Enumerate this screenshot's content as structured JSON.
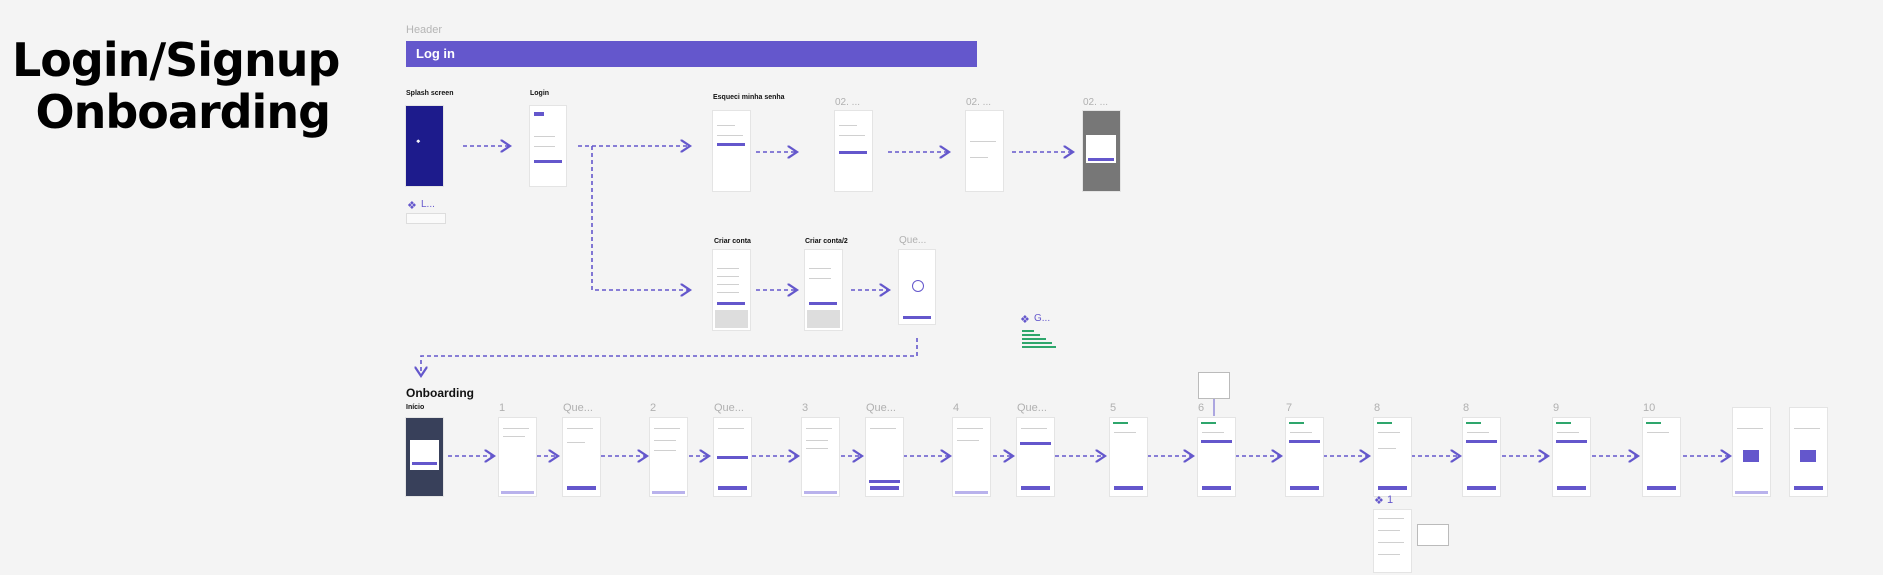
{
  "page": {
    "title_line1": "Login/Signup",
    "title_line2": "Onboarding",
    "header_label": "Header",
    "header_bar": "Log in"
  },
  "login_flow": {
    "splash": "Splash screen",
    "login": "Login",
    "forgot": "Esqueci minha senha",
    "forgot_2": "02. ...",
    "forgot_3": "02. ...",
    "forgot_4": "02. ...",
    "create": "Criar conta",
    "create_2": "Criar conta/2",
    "que": "Que...",
    "component_l": "L...",
    "component_g": "G..."
  },
  "onboarding": {
    "section": "Onboarding",
    "start": "Início",
    "steps": [
      "1",
      "Que...",
      "2",
      "Que...",
      "3",
      "Que...",
      "4",
      "Que...",
      "5",
      "6",
      "7",
      "8",
      "8",
      "9",
      "10"
    ],
    "component_1": "1"
  },
  "colors": {
    "accent": "#6457cc",
    "progress": "#2ea66c",
    "splash": "#1d1b8c",
    "canvas": "#f4f4f4"
  },
  "icons": [
    "component-icon",
    "arrow-right-icon",
    "arrow-down-icon"
  ]
}
